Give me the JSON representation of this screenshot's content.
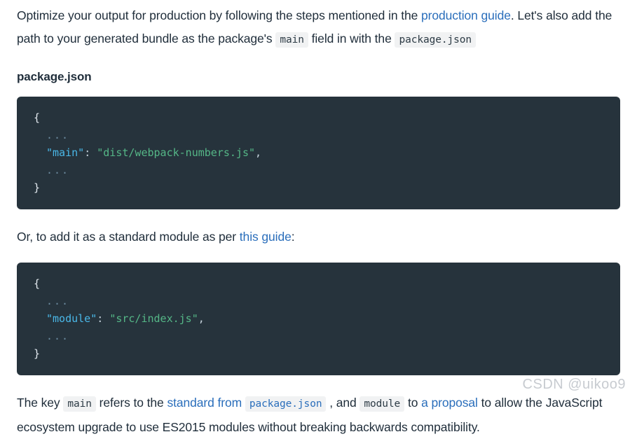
{
  "theme": {
    "page_bg": "#ffffff",
    "text_color": "#1f2d3a",
    "link_color": "#2a6ebb",
    "inline_code_bg": "#f1f2f3",
    "code_block_bg": "#26333c",
    "code_key_color": "#4ab8e8",
    "code_string_color": "#55b787",
    "code_punct_color": "#e3eaf0",
    "code_ellipsis_color": "#6b8a9e"
  },
  "intro_paragraph": {
    "seg1": "Optimize your output for production by following the steps mentioned in the ",
    "link1": "production guide",
    "seg2": ". Let's also add the path to your generated bundle as the package's ",
    "code1": "main",
    "seg3": " field in with the ",
    "code2": "package.json"
  },
  "heading": {
    "text": "package.json"
  },
  "code_block_1": {
    "language": "json",
    "line1_brace": "{",
    "line2_ellipsis": "...",
    "line3_key": "\"main\"",
    "line3_colon": ":",
    "line3_value": "\"dist/webpack-numbers.js\"",
    "line3_comma": ",",
    "line4_ellipsis": "...",
    "line5_brace": "}"
  },
  "mid_paragraph": {
    "seg1": "Or, to add it as a standard module as per ",
    "link1": "this guide",
    "seg2": ":"
  },
  "code_block_2": {
    "language": "json",
    "line1_brace": "{",
    "line2_ellipsis": "...",
    "line3_key": "\"module\"",
    "line3_colon": ":",
    "line3_value": "\"src/index.js\"",
    "line3_comma": ",",
    "line4_ellipsis": "...",
    "line5_brace": "}"
  },
  "bottom_paragraph": {
    "seg1": "The key ",
    "code1": "main",
    "seg2": " refers to the ",
    "link1": "standard from",
    "seg3": " ",
    "code2": "package.json",
    "seg4": " , and ",
    "code3": "module",
    "seg5": " to ",
    "link2": "a proposal",
    "seg6": " to allow the JavaScript ecosystem upgrade to use ES2015 modules without breaking backwards compatibility."
  },
  "watermark": {
    "text": "CSDN @uikoo9"
  }
}
